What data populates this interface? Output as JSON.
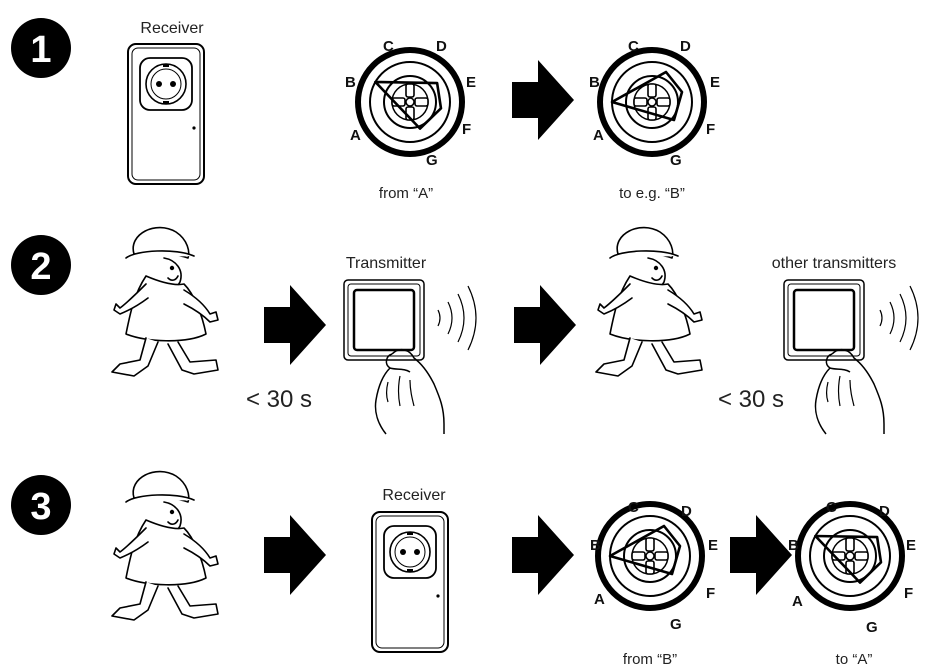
{
  "steps": [
    {
      "number": "1"
    },
    {
      "number": "2"
    },
    {
      "number": "3"
    }
  ],
  "step1": {
    "receiver_label": "Receiver",
    "from_caption": "from “A”",
    "to_caption": "to e.g. “B”"
  },
  "step2": {
    "transmitter_label": "Transmitter",
    "other_label": "other transmitters",
    "time_limit_1": "< 30 s",
    "time_limit_2": "< 30 s"
  },
  "step3": {
    "receiver_label": "Receiver",
    "from_caption": "from “B”",
    "to_caption": "to “A”"
  },
  "dial_letters": [
    "A",
    "B",
    "C",
    "D",
    "E",
    "F",
    "G"
  ]
}
